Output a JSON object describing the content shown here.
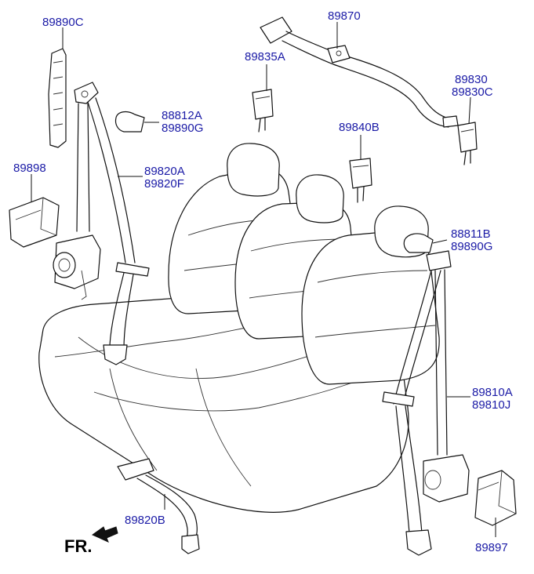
{
  "labels": {
    "p89890C": "89890C",
    "p89870": "89870",
    "p89835A": "89835A",
    "p89830": "89830",
    "p89830C": "89830C",
    "p88812A": "88812A",
    "p89890G_a": "89890G",
    "p89840B": "89840B",
    "p89898": "89898",
    "p89820A": "89820A",
    "p89820F": "89820F",
    "p88811B": "88811B",
    "p89890G_b": "89890G",
    "p89810A": "89810A",
    "p89810J": "89810J",
    "p89820B": "89820B",
    "p89897": "89897"
  },
  "front_marker": "FR.",
  "colors": {
    "label": "#1a1aa6",
    "line": "#111111",
    "background": "#ffffff"
  }
}
